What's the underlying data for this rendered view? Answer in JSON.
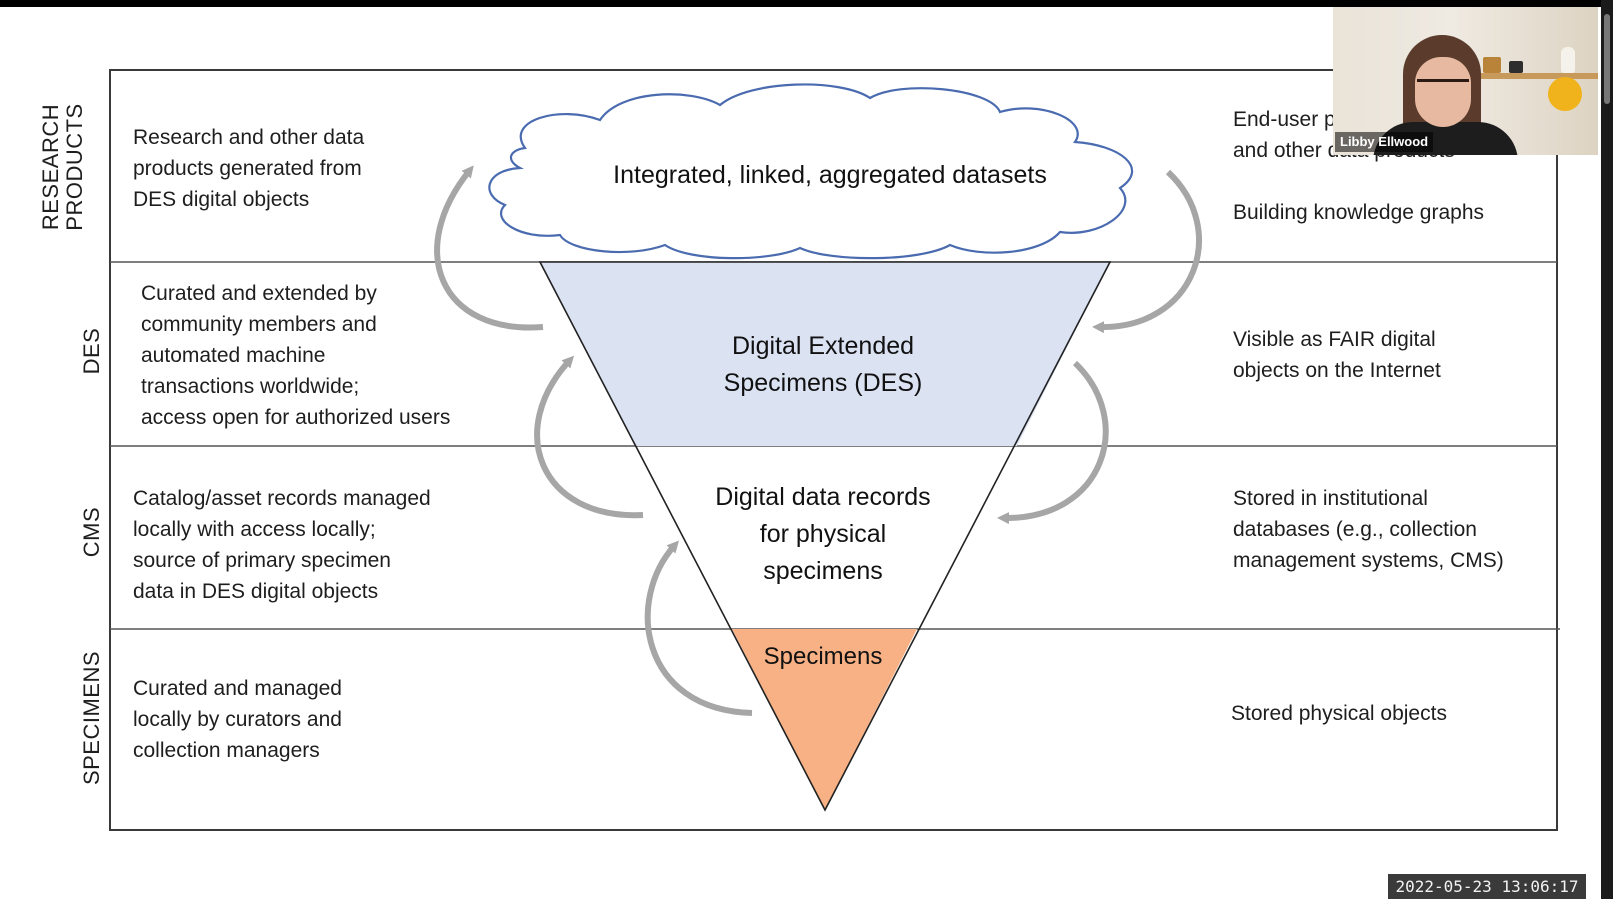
{
  "rows": [
    {
      "label": "RESEARCH\nPRODUCTS",
      "left_text": "Research and other data\nproducts generated from\nDES digital objects",
      "right_text": "End-user products\nand other data products\n\nBuilding knowledge graphs"
    },
    {
      "label": "DES",
      "left_text": "Curated and extended by\ncommunity members and\nautomated machine\ntransactions worldwide;\naccess open for authorized users",
      "right_text": "Visible as FAIR digital\nobjects on the Internet"
    },
    {
      "label": "CMS",
      "left_text": "Catalog/asset records managed\nlocally with access locally;\nsource of primary specimen\ndata in DES digital objects",
      "right_text": "Stored in institutional\ndatabases (e.g., collection\nmanagement systems, CMS)"
    },
    {
      "label": "SPECIMENS",
      "left_text": "Curated and managed\nlocally by curators and\ncollection managers",
      "right_text": "Stored physical objects"
    }
  ],
  "center": {
    "cloud": "Integrated, linked, aggregated datasets",
    "des": "Digital Extended\nSpecimens (DES)",
    "records": "Digital data records\nfor physical\nspecimens",
    "specimens": "Specimens"
  },
  "colors": {
    "des_fill": "#dbe3f3",
    "specimens_fill": "#f7b184",
    "cloud_stroke": "#4a6bb0",
    "arrow": "#a6a6a6"
  },
  "overlay": {
    "participant_name": "Libby Ellwood",
    "timestamp": "2022-05-23  13:06:17"
  }
}
